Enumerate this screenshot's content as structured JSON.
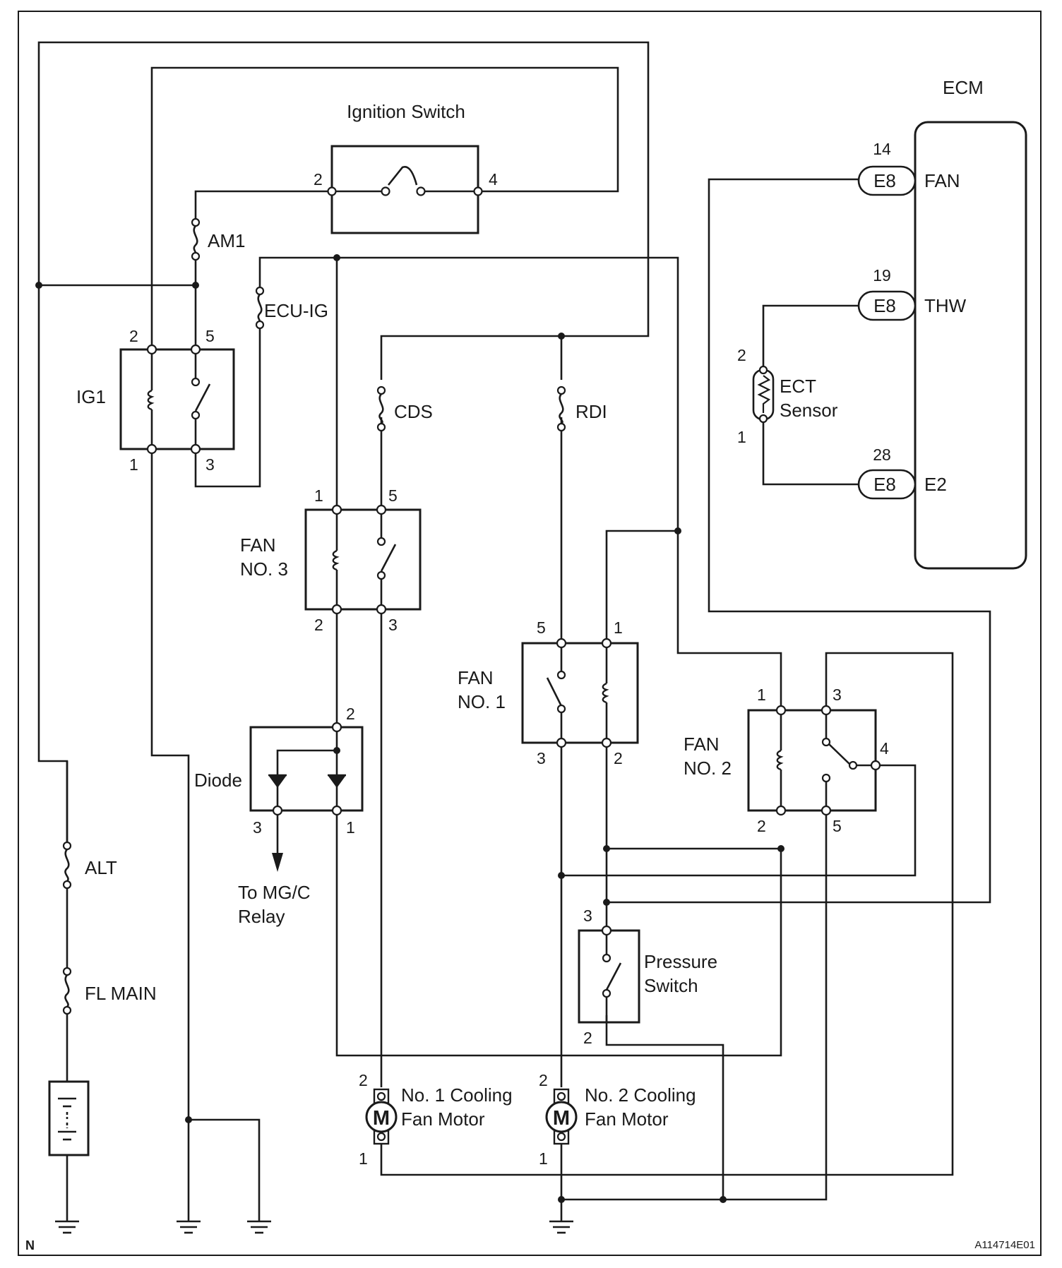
{
  "labels": {
    "ignition_switch": "Ignition Switch",
    "ecm": "ECM",
    "am1": "AM1",
    "ecu_ig": "ECU-IG",
    "ig1": "IG1",
    "cds": "CDS",
    "rdi": "RDI",
    "fan_no3_line1": "FAN",
    "fan_no3_line2": "NO. 3",
    "fan_no1_line1": "FAN",
    "fan_no1_line2": "NO. 1",
    "fan_no2_line1": "FAN",
    "fan_no2_line2": "NO. 2",
    "diode": "Diode",
    "to_mgc_line1": "To MG/C",
    "to_mgc_line2": "Relay",
    "alt": "ALT",
    "fl_main": "FL MAIN",
    "pressure_line1": "Pressure",
    "pressure_line2": "Switch",
    "motor1_line1": "No. 1 Cooling",
    "motor1_line2": "Fan Motor",
    "motor2_line1": "No. 2 Cooling",
    "motor2_line2": "Fan Motor",
    "ect_line1": "ECT",
    "ect_line2": "Sensor",
    "motor_symbol": "M",
    "corner_n": "N",
    "figure_id": "A114714E01"
  },
  "ecm_pins": [
    {
      "number": "14",
      "connector": "E8",
      "signal": "FAN"
    },
    {
      "number": "19",
      "connector": "E8",
      "signal": "THW"
    },
    {
      "number": "28",
      "connector": "E8",
      "signal": "E2"
    }
  ],
  "pin_numbers": {
    "ign_2": "2",
    "ign_4": "4",
    "ig1_2": "2",
    "ig1_5": "5",
    "ig1_1": "1",
    "ig1_3": "3",
    "f3_1": "1",
    "f3_5": "5",
    "f3_2": "2",
    "f3_3": "3",
    "d_2": "2",
    "d_3": "3",
    "d_1": "1",
    "f1_5": "5",
    "f1_1": "1",
    "f1_3": "3",
    "f1_2": "2",
    "f2_1": "1",
    "f2_3": "3",
    "f2_4": "4",
    "f2_2": "2",
    "f2_5": "5",
    "ps_3": "3",
    "ps_2": "2",
    "m1_2": "2",
    "m1_1": "1",
    "m2_2": "2",
    "m2_1": "1",
    "ect_2": "2",
    "ect_1": "1"
  },
  "colors": {
    "ink": "#1a1a1a",
    "background": "#ffffff"
  }
}
